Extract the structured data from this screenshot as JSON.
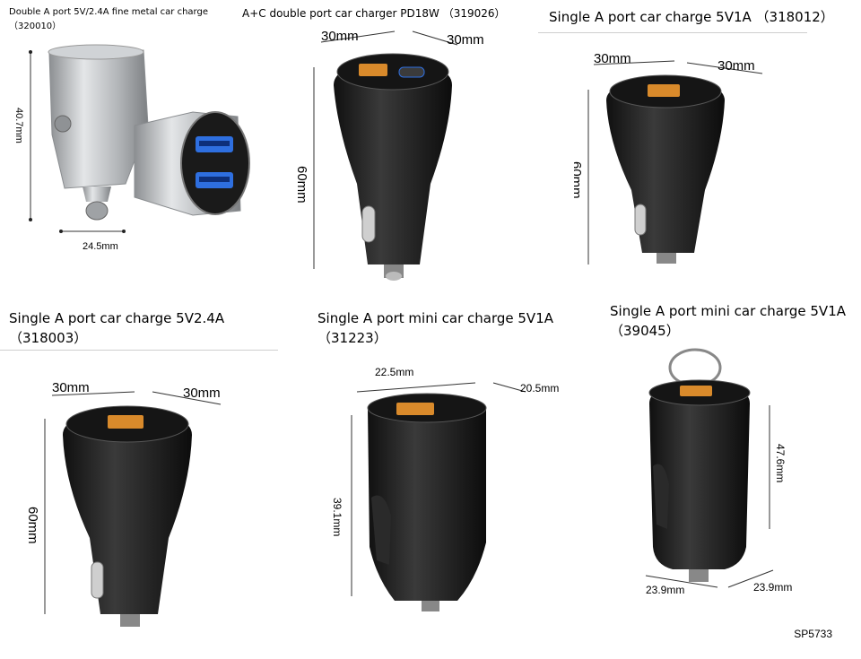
{
  "products": [
    {
      "title_line1": "Double A port 5V/2.4A fine metal car charge",
      "title_line2": "（320010）",
      "dims": [
        "40.7mm",
        "24.5mm"
      ]
    },
    {
      "title_line1": "A+C double port car charger PD18W （319026）",
      "title_line2": "",
      "dims": [
        "30mm",
        "30mm",
        "60mm"
      ]
    },
    {
      "title_line1": "Single A port car charge 5V1A （318012）",
      "title_line2": "",
      "dims": [
        "30mm",
        "30mm",
        "60mm"
      ]
    },
    {
      "title_line1": "Single A port car charge 5V2.4A",
      "title_line2": "（318003）",
      "dims": [
        "30mm",
        "30mm",
        "60mm"
      ]
    },
    {
      "title_line1": "Single A port mini car charge 5V1A",
      "title_line2": "（31223）",
      "dims": [
        "22.5mm",
        "20.5mm",
        "39.1mm"
      ]
    },
    {
      "title_line1": "Single A port mini car charge 5V1A",
      "title_line2": "（39045）",
      "dims": [
        "47.6mm",
        "23.9mm",
        "23.9mm"
      ]
    }
  ],
  "footer_code": "SP5733",
  "colors": {
    "black_body": "#1b1b1b",
    "metal": "#b9bcbf",
    "usb_orange": "#d98a2b",
    "usb_blue": "#2e6fe0"
  }
}
